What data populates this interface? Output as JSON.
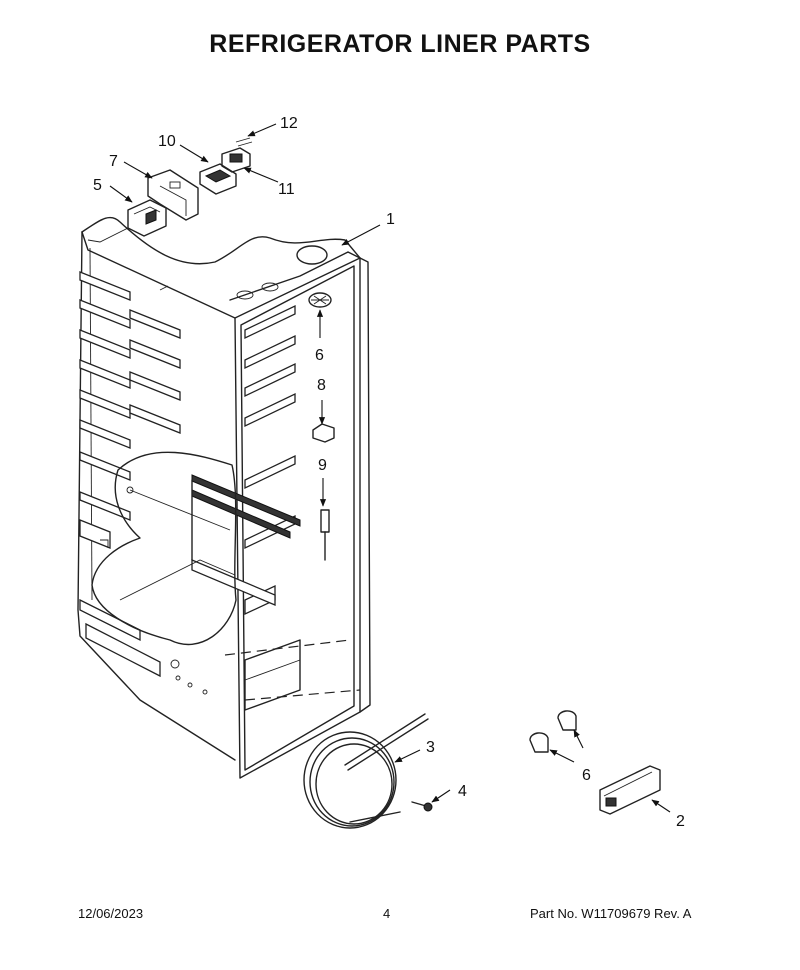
{
  "title": "REFRIGERATOR LINER PARTS",
  "callouts": {
    "c1": "1",
    "c2": "2",
    "c3": "3",
    "c4": "4",
    "c5": "5",
    "c6a": "6",
    "c6b": "6",
    "c7": "7",
    "c8": "8",
    "c9": "9",
    "c10": "10",
    "c11": "11",
    "c12": "12"
  },
  "footer": {
    "date": "12/06/2023",
    "page": "4",
    "part": "Part No.  W11709679  Rev.  A"
  }
}
